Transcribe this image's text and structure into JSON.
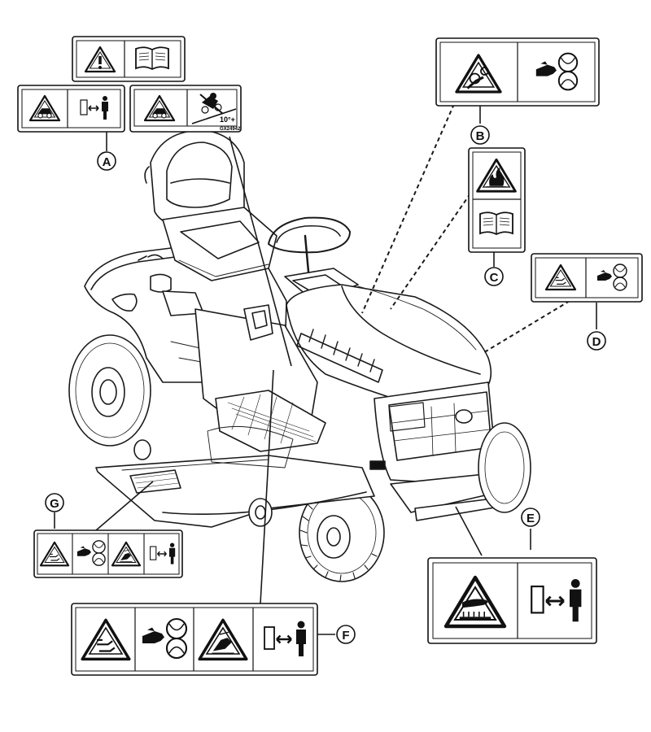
{
  "callouts": {
    "a": "A",
    "b": "B",
    "c": "C",
    "d": "D",
    "e": "E",
    "f": "F",
    "g": "G"
  },
  "decal_a": {
    "part_number": "GX24942",
    "slope_grade": "10°+"
  },
  "icons": {
    "warning": "warning-triangle-icon",
    "manual": "operator-manual-icon",
    "rollover": "rollover-hazard-icon",
    "keep_away": "keep-away-distance-icon",
    "slope": "slope-hazard-icon",
    "belt": "belt-entanglement-icon",
    "fan": "rotating-fan-icon",
    "fire": "fire-hazard-icon",
    "thrown": "thrown-object-icon",
    "hot": "hot-surface-icon",
    "blade": "blade-hazard-icon"
  },
  "colors": {
    "line": "#1a1a1a",
    "background": "#ffffff"
  }
}
